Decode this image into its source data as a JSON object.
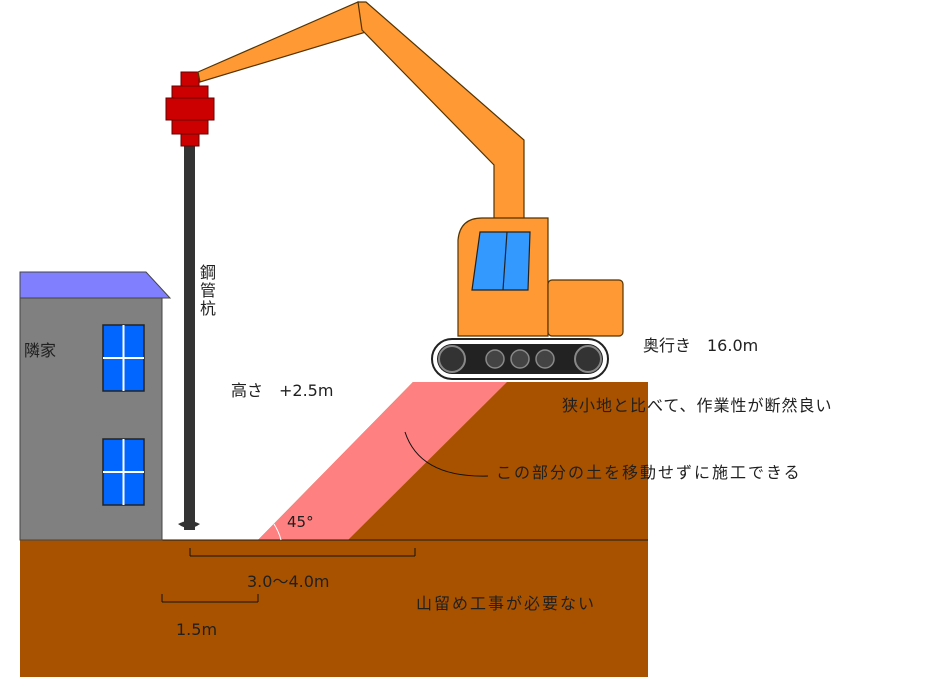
{
  "labels": {
    "pile": "鋼管杭",
    "neighbor_house": "隣家",
    "height": "高さ　+2.5m",
    "depth": "奥行き　16.0m",
    "workability": "狭小地と比べて、作業性が断然良い",
    "soil_note": "この部分の土を移動せずに施工できる",
    "angle": "45°",
    "distance_1": "3.0～4.0m",
    "distance_2": "1.5m",
    "no_retaining": "山留め工事が必要ない"
  },
  "colors": {
    "soil": "#a85200",
    "excavator": "#ff9933",
    "wedge": "#ff8080",
    "house_wall": "#808080",
    "house_roof": "#8080ff",
    "window": "#0066ff",
    "pile_head": "#cc0000",
    "pile_shaft": "#333333",
    "cab_glass": "#3399ff"
  }
}
